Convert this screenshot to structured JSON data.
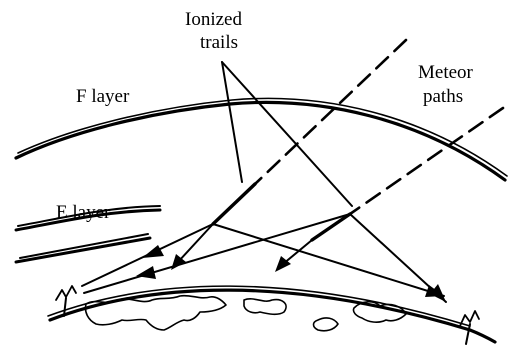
{
  "labels": {
    "ionized_trails_line1": "Ionized",
    "ionized_trails_line2": "trails",
    "f_layer": "F layer",
    "meteor_paths_line1": "Meteor",
    "meteor_paths_line2": "paths",
    "e_layer": "E layer"
  },
  "colors": {
    "ink": "#000000",
    "background": "#ffffff"
  }
}
